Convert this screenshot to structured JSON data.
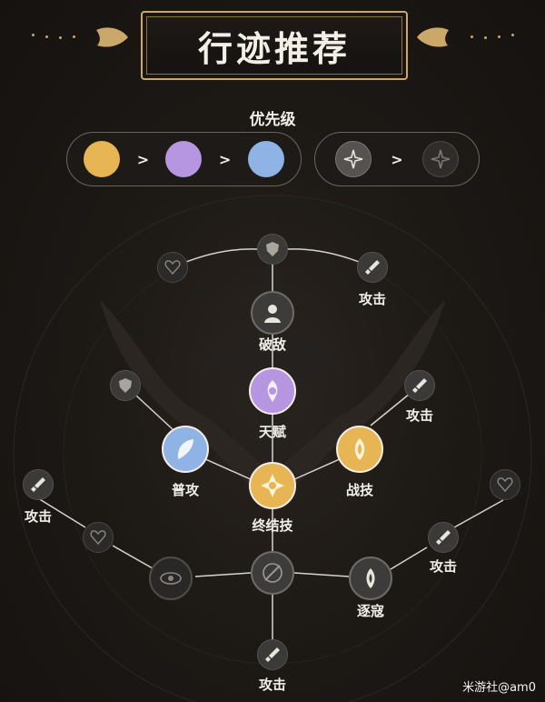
{
  "header": {
    "title": "行迹推荐"
  },
  "priority": {
    "title": "优先级",
    "arrow": ">",
    "colors": [
      "#e7b553",
      "#b695e1",
      "#8fb3e4"
    ]
  },
  "tree": {
    "labels": {
      "break": "破敌",
      "talent": "天赋",
      "basic": "普攻",
      "skill": "战技",
      "ultimate": "终结技",
      "pursuit": "逐寇",
      "atk": "攻击"
    }
  },
  "watermark": "米游社@am0"
}
